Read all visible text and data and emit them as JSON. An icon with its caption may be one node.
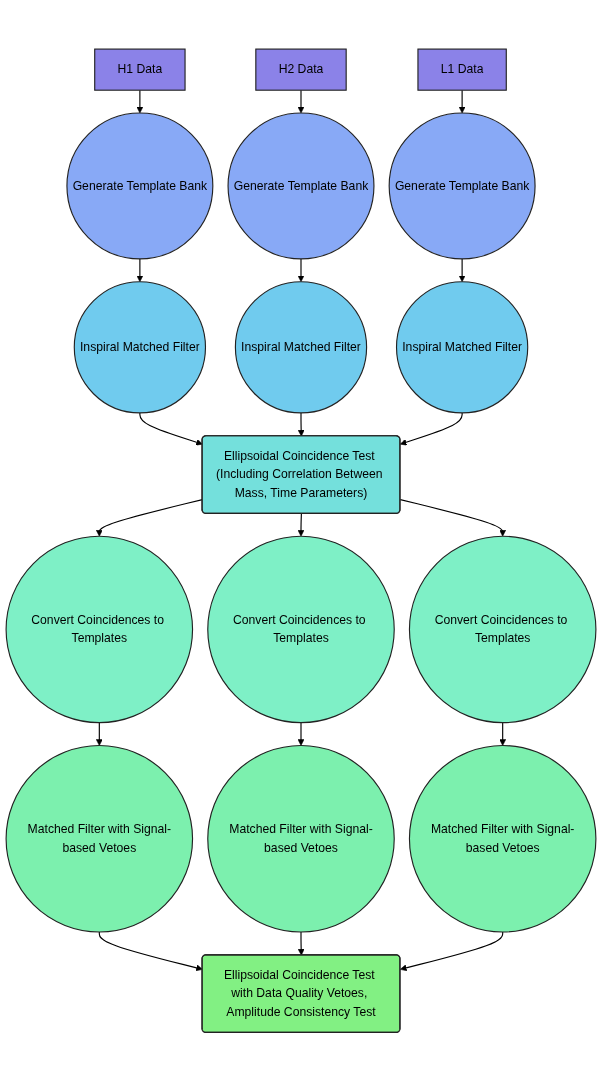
{
  "diagram": {
    "nodes": [
      {
        "text": [
          "H1 Data"
        ]
      },
      {
        "text": [
          "H2 Data"
        ]
      },
      {
        "text": [
          "L1 Data"
        ]
      },
      {
        "text": [
          "Generate Template Bank"
        ]
      },
      {
        "text": [
          "Generate Template Bank"
        ]
      },
      {
        "text": [
          "Generate Template Bank"
        ]
      },
      {
        "text": [
          "Inspiral Matched Filter"
        ]
      },
      {
        "text": [
          "Inspiral Matched Filter"
        ]
      },
      {
        "text": [
          "Inspiral Matched Filter"
        ]
      },
      {
        "text": [
          "Ellipsoidal Coincidence Test (Including Correlation Between Mass, Time Parameters)"
        ]
      },
      {
        "text": [
          "Convert Coincidences to Templates"
        ]
      },
      {
        "text": [
          "Convert Coincidences to Templates"
        ]
      },
      {
        "text": [
          "Convert Coincidences to Templates"
        ]
      },
      {
        "text": [
          "Matched Filter with Signal-based Vetoes"
        ]
      },
      {
        "text": [
          "Matched Filter with Signal-based Vetoes"
        ]
      },
      {
        "text": [
          "Matched Filter with Signal-based Vetoes"
        ]
      },
      {
        "text": [
          "Ellipsoidal Coincidence Test with Data Quality Vetoes, Amplitude Consistency Test"
        ]
      }
    ],
    "edges": [
      {
        "from": 0,
        "to": 3,
        "arrow": "to"
      },
      {
        "from": 1,
        "to": 4,
        "arrow": "to"
      },
      {
        "from": 2,
        "to": 5,
        "arrow": "to"
      },
      {
        "from": 3,
        "to": 6,
        "arrow": "to"
      },
      {
        "from": 4,
        "to": 7,
        "arrow": "to"
      },
      {
        "from": 5,
        "to": 8,
        "arrow": "to"
      },
      {
        "from": 6,
        "to": 9,
        "arrow": "to"
      },
      {
        "from": 7,
        "to": 9,
        "arrow": "to"
      },
      {
        "from": 8,
        "to": 9,
        "arrow": "to"
      },
      {
        "from": 9,
        "to": 10,
        "arrow": "to"
      },
      {
        "from": 9,
        "to": 11,
        "arrow": "to"
      },
      {
        "from": 9,
        "to": 12,
        "arrow": "to"
      },
      {
        "from": 10,
        "to": 13,
        "arrow": "to"
      },
      {
        "from": 11,
        "to": 14,
        "arrow": "to"
      },
      {
        "from": 12,
        "to": 15,
        "arrow": "to"
      },
      {
        "from": 13,
        "to": 16,
        "arrow": "to"
      },
      {
        "from": 14,
        "to": 16,
        "arrow": "to"
      },
      {
        "from": 15,
        "to": 16,
        "arrow": "to"
      }
    ]
  }
}
